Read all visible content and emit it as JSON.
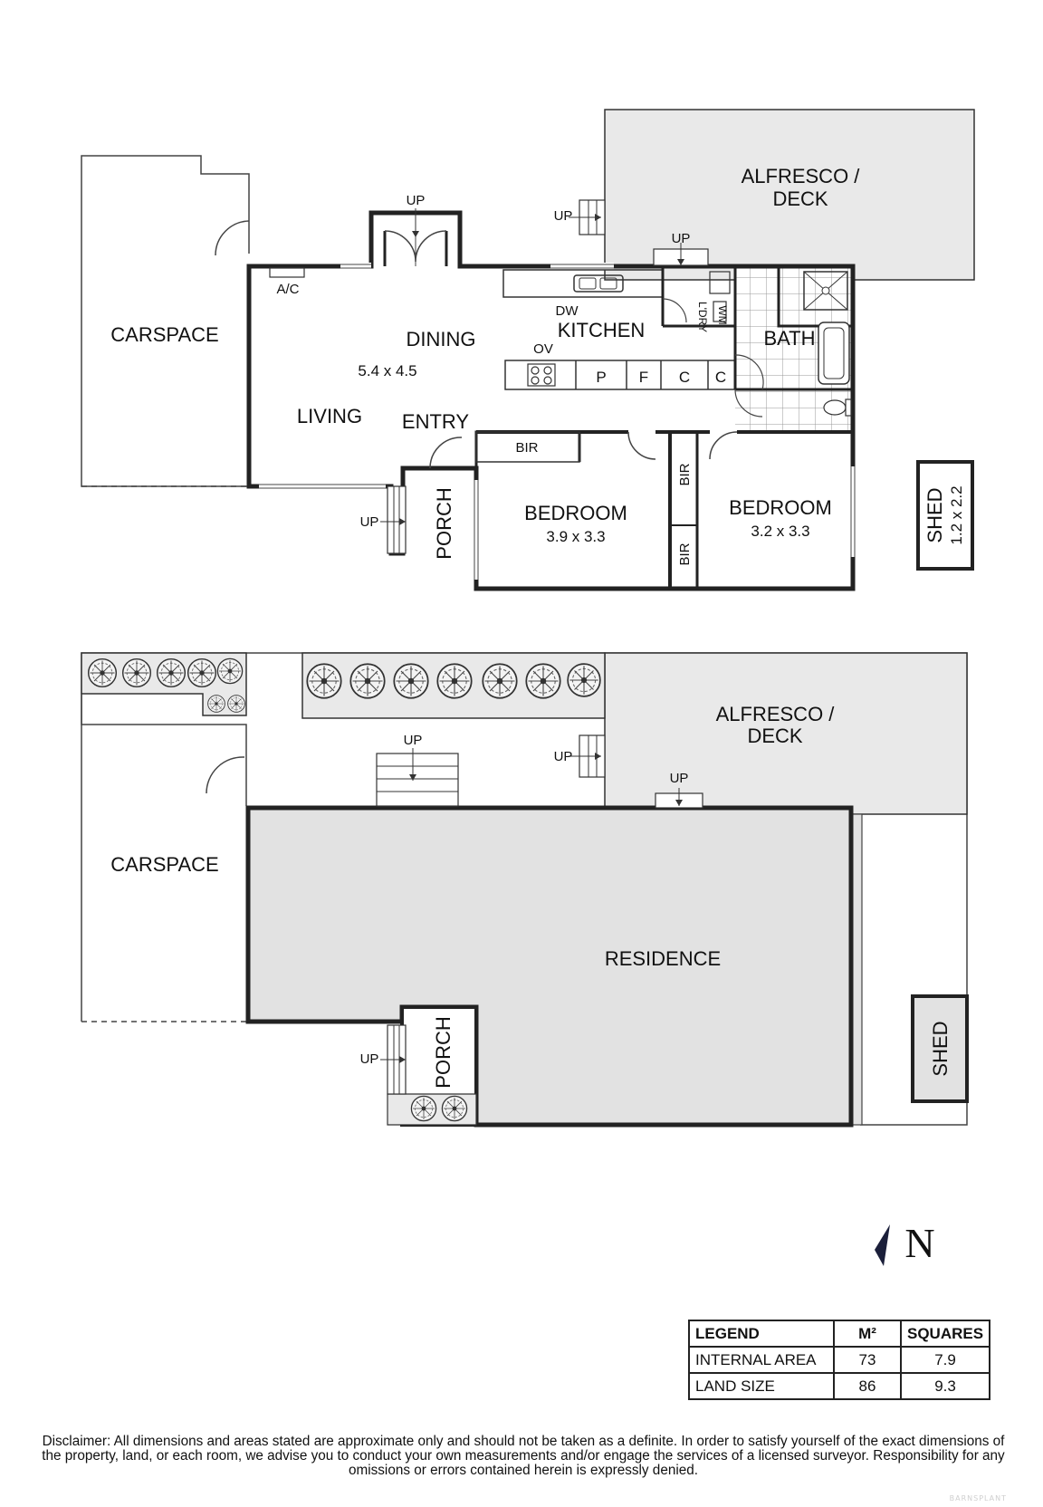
{
  "floor_plan": {
    "rooms": {
      "carspace": "CARSPACE",
      "dining": "DINING",
      "dining_dim": "5.4 x 4.5",
      "living": "LIVING",
      "entry": "ENTRY",
      "kitchen": "KITCHEN",
      "bath": "BATH",
      "alfresco_line1": "ALFRESCO /",
      "alfresco_line2": "DECK",
      "porch": "PORCH",
      "bedroom1": "BEDROOM",
      "bedroom1_dim": "3.9 x 3.3",
      "bedroom2": "BEDROOM",
      "bedroom2_dim": "3.2 x 3.3",
      "shed": "SHED",
      "shed_dim": "1.2 x 2.2"
    },
    "fixtures": {
      "ac": "A/C",
      "dw": "DW",
      "ov": "OV",
      "pantry": "P",
      "fridge": "F",
      "cupboard": "C",
      "laundry": "L'DRY",
      "wm": "WM",
      "bir": "BIR"
    },
    "up": "UP"
  },
  "site_plan": {
    "carspace": "CARSPACE",
    "residence": "RESIDENCE",
    "alfresco_line1": "ALFRESCO /",
    "alfresco_line2": "DECK",
    "porch": "PORCH",
    "shed": "SHED",
    "up": "UP"
  },
  "north_label": "N",
  "legend": {
    "headers": [
      "LEGEND",
      "M²",
      "SQUARES"
    ],
    "rows": [
      {
        "label": "INTERNAL AREA",
        "m2": "73",
        "squares": "7.9"
      },
      {
        "label": "LAND SIZE",
        "m2": "86",
        "squares": "9.3"
      }
    ]
  },
  "disclaimer": "Disclaimer: All dimensions and areas stated are approximate only and should not be taken as a definite. In order to satisfy yourself of the exact dimensions of the property, land, or each room, we advise you to conduct your own measurements and/or engage the services of a licensed surveyor. Responsibility for any omissions or errors contained herein is expressly denied.",
  "watermark": "BARNSPLANT",
  "colors": {
    "paved": "#e9e9e9",
    "residence": "#e2e2e2",
    "wall": "#222222"
  }
}
